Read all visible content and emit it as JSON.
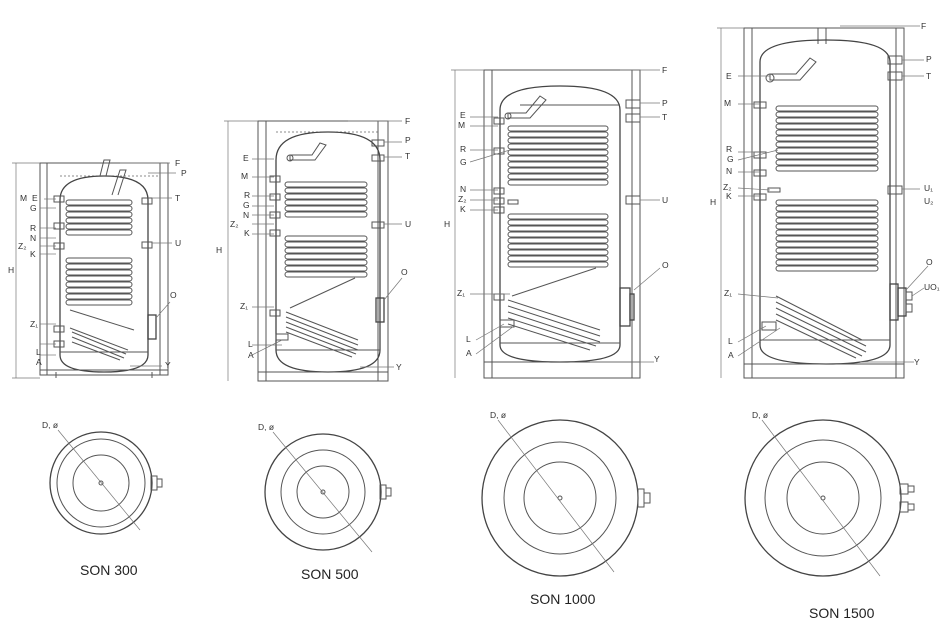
{
  "models": [
    {
      "name": "SON 300",
      "top_labels": [
        "F",
        "P",
        "T",
        "U",
        "O",
        "Y"
      ],
      "left_labels": [
        "M",
        "E",
        "G",
        "R",
        "N",
        "Z₂",
        "K",
        "Z₁",
        "L",
        "A"
      ],
      "height_label": "H",
      "diameter_label": "D, ø"
    },
    {
      "name": "SON 500",
      "top_labels": [
        "F",
        "P",
        "T",
        "U",
        "O",
        "Y"
      ],
      "left_labels": [
        "E",
        "M",
        "R",
        "G",
        "N",
        "Z₂",
        "K",
        "Z₁",
        "L",
        "A"
      ],
      "height_label": "H",
      "diameter_label": "D, ø"
    },
    {
      "name": "SON 1000",
      "top_labels": [
        "F",
        "P",
        "T",
        "U",
        "O",
        "Y"
      ],
      "left_labels": [
        "E",
        "M",
        "R",
        "G",
        "N",
        "Z₂",
        "K",
        "Z₁",
        "L",
        "A"
      ],
      "height_label": "H",
      "diameter_label": "D, ø"
    },
    {
      "name": "SON 1500",
      "top_labels": [
        "F",
        "P",
        "T",
        "U₁",
        "U₂",
        "O",
        "UO₁",
        "Y"
      ],
      "left_labels": [
        "E",
        "M",
        "R",
        "G",
        "N",
        "Z₂",
        "K",
        "Z₁",
        "L",
        "A"
      ],
      "height_label": "H",
      "diameter_label": "D, ø"
    }
  ]
}
